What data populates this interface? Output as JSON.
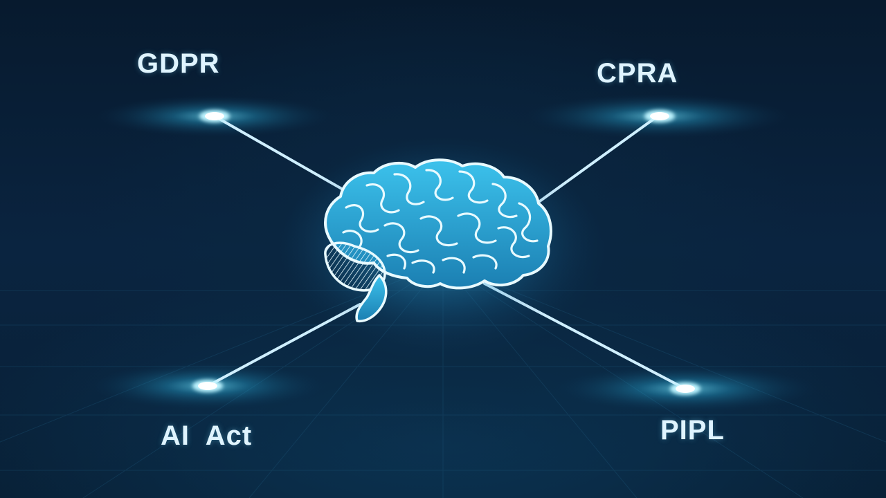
{
  "labels": {
    "top_left": "GDPR",
    "top_right": "CPRA",
    "bottom_left": "AI  Act",
    "bottom_right": "PIPL"
  },
  "colors": {
    "background": "#06182b",
    "glow": "#3fd6ff",
    "line": "#cfefff",
    "brain_stroke": "#e8faff",
    "brain_fill": "#27a9d6",
    "text": "#dff4ff"
  },
  "icons": {
    "center": "brain-icon"
  }
}
